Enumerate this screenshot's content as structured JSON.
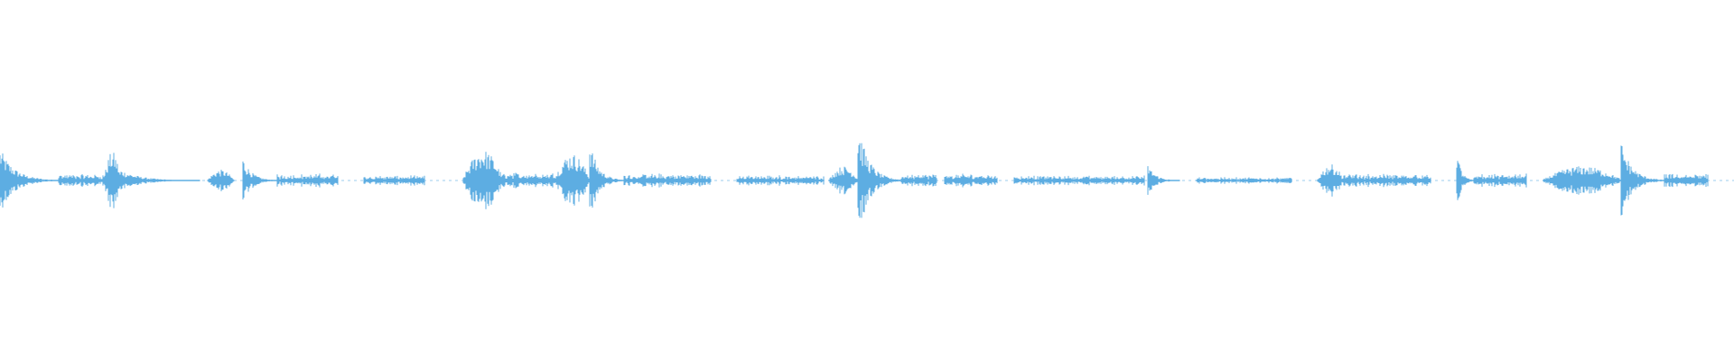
{
  "waveform": {
    "color": "#5dade2",
    "background": "#ffffff",
    "duration_fraction_shown": 1.0,
    "segments": [
      {
        "start": 0.0,
        "end": 0.034,
        "peak": 0.18,
        "shape": "decay"
      },
      {
        "start": 0.034,
        "end": 0.06,
        "peak": 0.04,
        "shape": "flat"
      },
      {
        "start": 0.06,
        "end": 0.07,
        "peak": 0.16,
        "shape": "swell"
      },
      {
        "start": 0.07,
        "end": 0.115,
        "peak": 0.06,
        "shape": "decay"
      },
      {
        "start": 0.12,
        "end": 0.135,
        "peak": 0.06,
        "shape": "swell"
      },
      {
        "start": 0.14,
        "end": 0.16,
        "peak": 0.13,
        "shape": "decay"
      },
      {
        "start": 0.16,
        "end": 0.195,
        "peak": 0.04,
        "shape": "flat"
      },
      {
        "start": 0.21,
        "end": 0.245,
        "peak": 0.03,
        "shape": "flat"
      },
      {
        "start": 0.267,
        "end": 0.29,
        "peak": 0.17,
        "shape": "swell"
      },
      {
        "start": 0.29,
        "end": 0.32,
        "peak": 0.05,
        "shape": "flat"
      },
      {
        "start": 0.32,
        "end": 0.34,
        "peak": 0.15,
        "shape": "swell"
      },
      {
        "start": 0.34,
        "end": 0.36,
        "peak": 0.22,
        "shape": "decay"
      },
      {
        "start": 0.36,
        "end": 0.41,
        "peak": 0.04,
        "shape": "flat"
      },
      {
        "start": 0.425,
        "end": 0.475,
        "peak": 0.03,
        "shape": "flat"
      },
      {
        "start": 0.478,
        "end": 0.495,
        "peak": 0.08,
        "shape": "swell"
      },
      {
        "start": 0.495,
        "end": 0.52,
        "peak": 0.32,
        "shape": "decay"
      },
      {
        "start": 0.52,
        "end": 0.54,
        "peak": 0.04,
        "shape": "flat"
      },
      {
        "start": 0.545,
        "end": 0.575,
        "peak": 0.04,
        "shape": "flat"
      },
      {
        "start": 0.585,
        "end": 0.66,
        "peak": 0.03,
        "shape": "flat"
      },
      {
        "start": 0.662,
        "end": 0.68,
        "peak": 0.09,
        "shape": "decay"
      },
      {
        "start": 0.69,
        "end": 0.745,
        "peak": 0.02,
        "shape": "flat"
      },
      {
        "start": 0.76,
        "end": 0.775,
        "peak": 0.09,
        "shape": "swell"
      },
      {
        "start": 0.775,
        "end": 0.825,
        "peak": 0.04,
        "shape": "flat"
      },
      {
        "start": 0.84,
        "end": 0.85,
        "peak": 0.18,
        "shape": "decay"
      },
      {
        "start": 0.85,
        "end": 0.88,
        "peak": 0.04,
        "shape": "flat"
      },
      {
        "start": 0.89,
        "end": 0.935,
        "peak": 0.08,
        "shape": "swell"
      },
      {
        "start": 0.935,
        "end": 0.96,
        "peak": 0.22,
        "shape": "decay"
      },
      {
        "start": 0.96,
        "end": 0.985,
        "peak": 0.04,
        "shape": "flat"
      }
    ]
  }
}
